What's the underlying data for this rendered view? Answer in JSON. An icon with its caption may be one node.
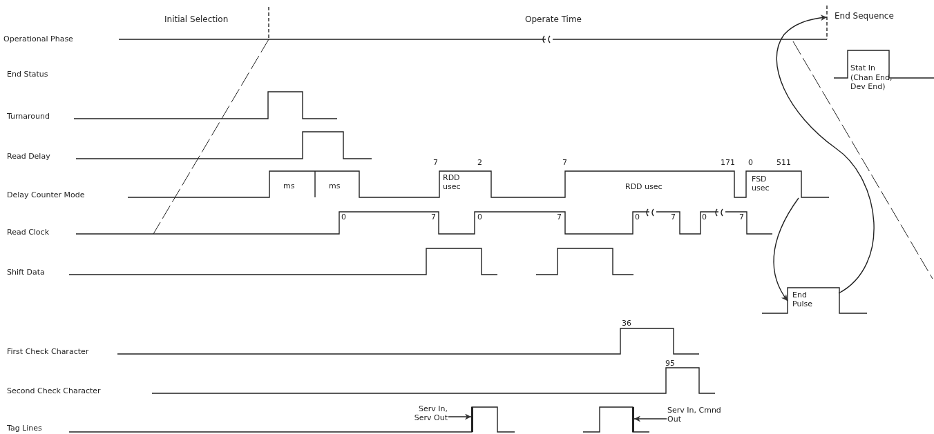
{
  "diagram": {
    "nodes": [
      {
        "text": [
          "FSD usec"
        ]
      },
      {
        "text": [
          "End Pulse"
        ]
      },
      {
        "text": [
          "End Sequence"
        ]
      },
      {
        "text": [
          "Serv In, Serv Out"
        ]
      },
      {
        "text": [],
        "shape": "bar"
      },
      {
        "text": [
          "Serv In, Cmnd Out"
        ]
      },
      {
        "text": [],
        "shape": "bar"
      }
    ],
    "edges": [
      {
        "from": 0,
        "to": 1,
        "arrow": "to"
      },
      {
        "from": 1,
        "to": 2,
        "arrow": "to"
      },
      {
        "from": 3,
        "to": 4,
        "arrow": "to"
      },
      {
        "from": 5,
        "to": 6,
        "arrow": "to"
      }
    ],
    "labels": [
      "Initial Selection",
      "Operate Time",
      "Operational Phase",
      "End Status",
      "Stat In",
      "(Chan End, Dev End)",
      "Turnaround",
      "Read Delay",
      "7",
      "2",
      "7",
      "171",
      "0",
      "511",
      "Delay Counter Mode",
      "ms",
      "ms",
      "RDD usec",
      "RDD usec",
      "0",
      "7",
      "0",
      "7",
      "0",
      "7",
      "0",
      "7",
      "Read Clock",
      "Shift Data",
      "36",
      "First Check Character",
      "95",
      "Second Check Character",
      "Tag Lines"
    ]
  }
}
